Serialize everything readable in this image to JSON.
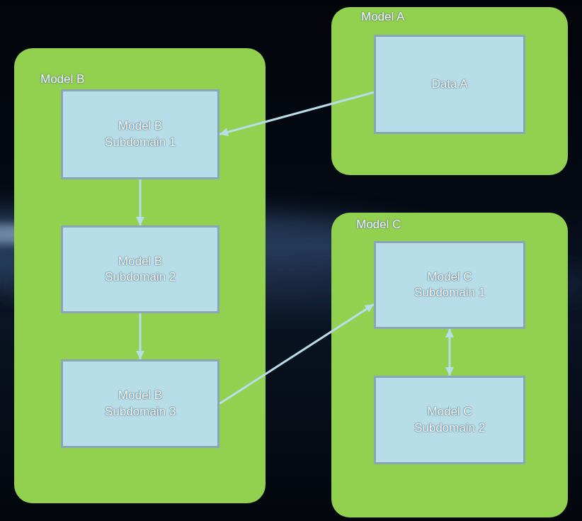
{
  "diagram": {
    "nodes": [
      {
        "text": [
          "Model A"
        ]
      },
      {
        "text": [
          "Data A"
        ],
        "in": 0
      },
      {
        "text": [
          "Model B"
        ]
      },
      {
        "text": [
          "Model B Subdomain 1"
        ],
        "in": 2
      },
      {
        "text": [
          "Model B Subdomain 2"
        ],
        "in": 2
      },
      {
        "text": [
          "Model B Subdomain 3"
        ],
        "in": 2
      },
      {
        "text": [
          "Model C"
        ]
      },
      {
        "text": [
          "Model C Subdomain 1"
        ],
        "in": 6
      },
      {
        "text": [
          "Model C Subdomain 2"
        ],
        "in": 6
      }
    ],
    "edges": [
      {
        "from": 1,
        "to": 3,
        "arrow": "to"
      },
      {
        "from": 3,
        "to": 4,
        "arrow": "to"
      },
      {
        "from": 4,
        "to": 5,
        "arrow": "to"
      },
      {
        "from": 5,
        "to": 7,
        "arrow": "to"
      },
      {
        "from": 7,
        "to": 8,
        "arrow": "both"
      }
    ]
  }
}
